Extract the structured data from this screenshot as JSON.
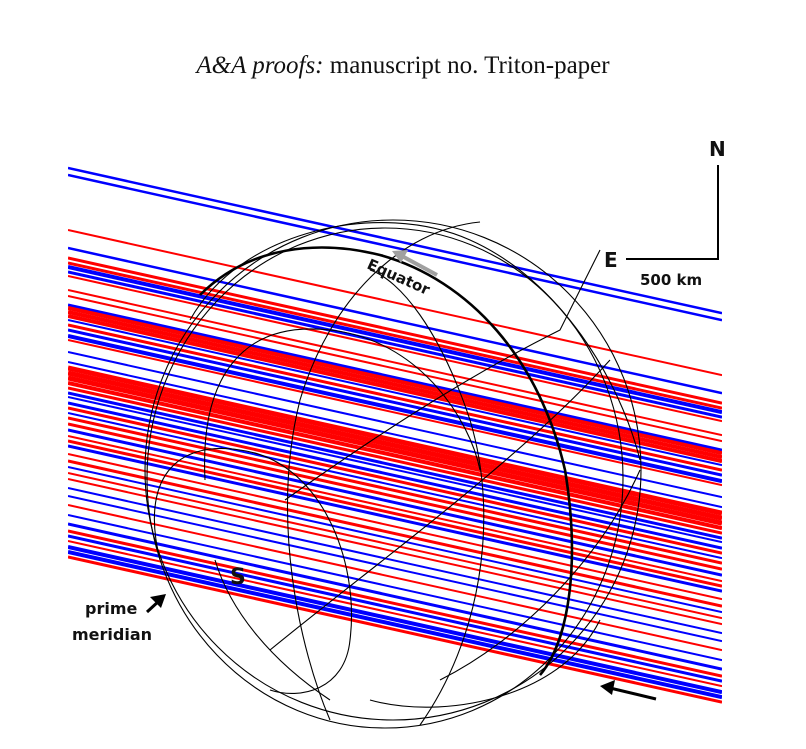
{
  "header": {
    "journal_italic": "A&A proofs:",
    "rest": " manuscript no. Triton-paper"
  },
  "figure": {
    "compass_north": "N",
    "compass_east": "E",
    "scale_label": "500 km",
    "equator_label": "Equator",
    "south_pole_label": "S",
    "prime_meridian_label_1": "prime",
    "prime_meridian_label_2": "meridian",
    "colors": {
      "chord_red": "#ff0000",
      "chord_blue": "#0000ff",
      "grid": "#000000",
      "motion_arrow_gray": "#a0a0a0"
    }
  }
}
